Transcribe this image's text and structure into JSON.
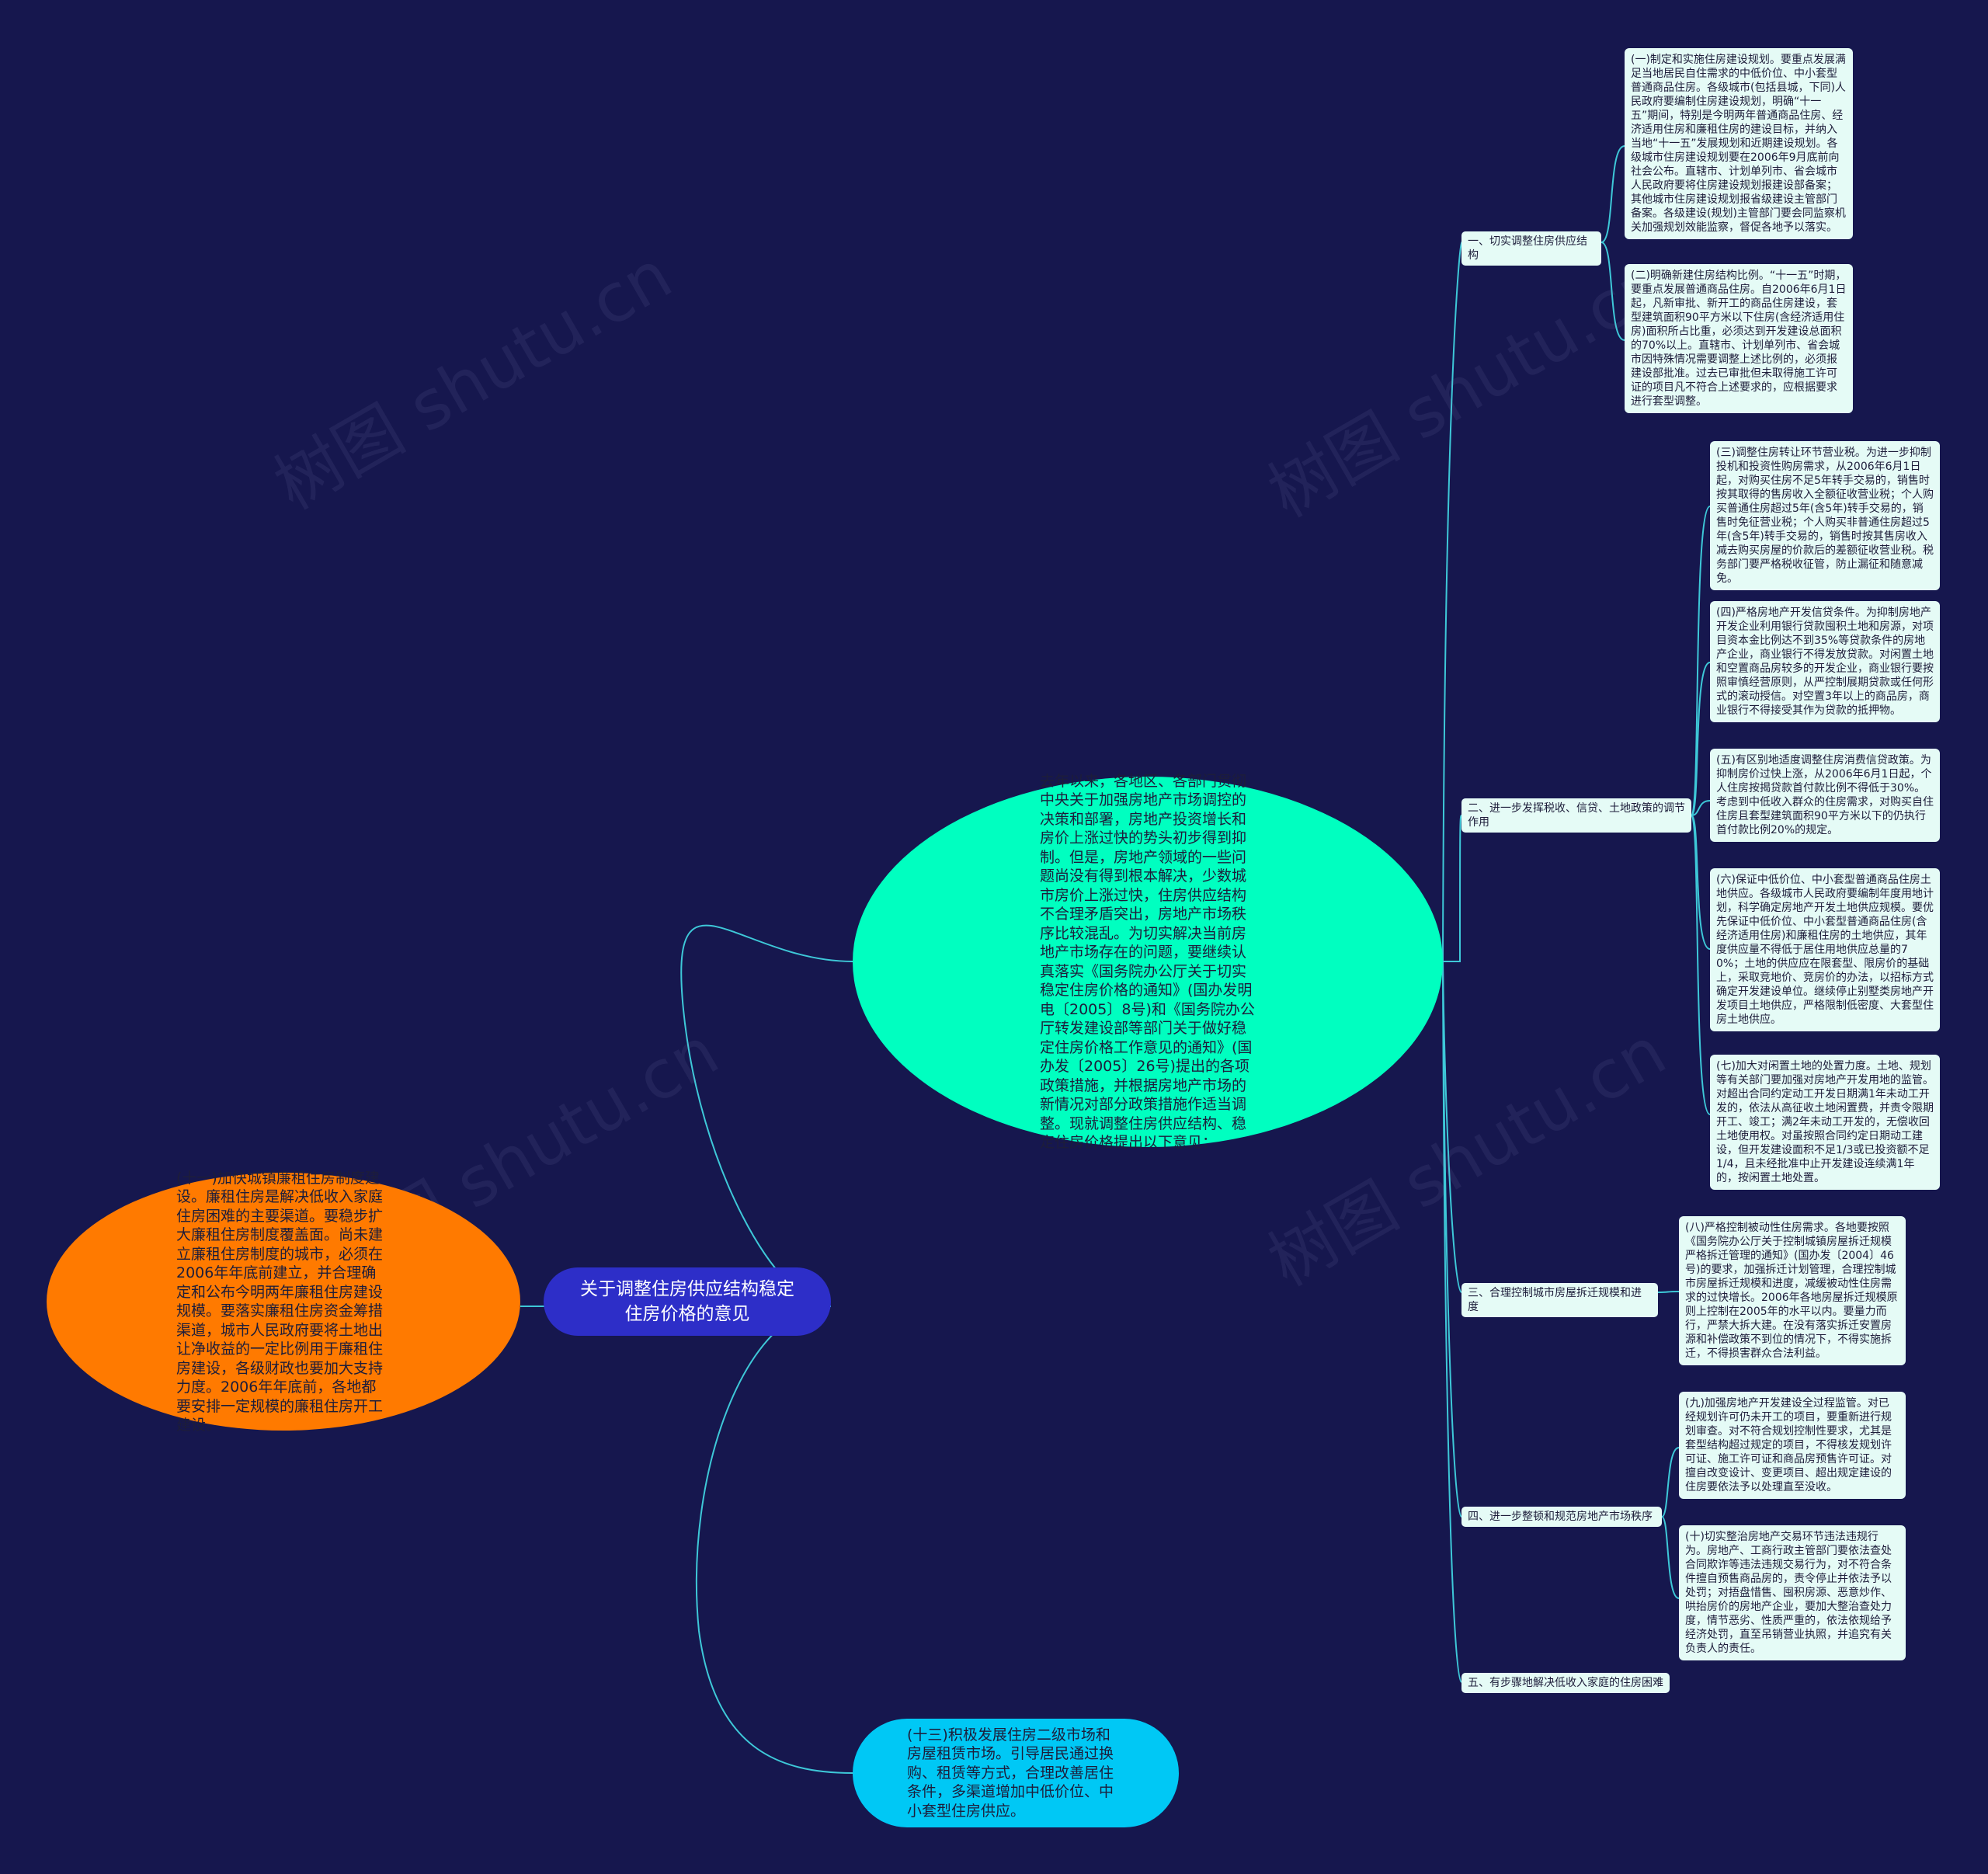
{
  "root": {
    "title": "关于调整住房供应结构稳定住房价格的意见"
  },
  "watermark": "树图 shutu.cn",
  "colors": {
    "background": "#16174e",
    "root": "#2d2ec8",
    "intro_node": "#00ffc0",
    "left_node": "#ff7a00",
    "bottom_node": "#00c8f5",
    "leaf": "#e5fbf6",
    "link": "#3ec8d8"
  },
  "intro": {
    "text": "去年以来，各地区、各部门贯彻中央关于加强房地产市场调控的决策和部署，房地产投资增长和房价上涨过快的势头初步得到抑制。但是，房地产领域的一些问题尚没有得到根本解决，少数城市房价上涨过快，住房供应结构不合理矛盾突出，房地产市场秩序比较混乱。为切实解决当前房地产市场存在的问题，要继续认真落实《国务院办公厅关于切实稳定住房价格的通知》(国办发明电〔2005〕8号)和《国务院办公厅转发建设部等部门关于做好稳定住房价格工作意见的通知》(国办发〔2005〕26号)提出的各项政策措施，并根据房地产市场的新情况对部分政策措施作适当调整。现就调整住房供应结构、稳定住房价格提出以下意见："
  },
  "left": {
    "text": "(十一)加快城镇廉租住房制度建设。廉租住房是解决低收入家庭住房困难的主要渠道。要稳步扩大廉租住房制度覆盖面。尚未建立廉租住房制度的城市，必须在2006年年底前建立，并合理确定和公布今明两年廉租住房建设规模。要落实廉租住房资金筹措渠道，城市人民政府要将土地出让净收益的一定比例用于廉租住房建设，各级财政也要加大支持力度。2006年年底前，各地都要安排一定规模的廉租住房开工建设。"
  },
  "bottom": {
    "text": "(十三)积极发展住房二级市场和房屋租赁市场。引导居民通过换购、租赁等方式，合理改善居住条件，多渠道增加中低价位、中小套型住房供应。"
  },
  "branches": [
    {
      "label": "一、切实调整住房供应结构",
      "leaves": [
        "(一)制定和实施住房建设规划。要重点发展满足当地居民自住需求的中低价位、中小套型普通商品住房。各级城市(包括县城，下同)人民政府要编制住房建设规划，明确“十一五”期间，特别是今明两年普通商品住房、经济适用住房和廉租住房的建设目标，并纳入当地“十一五”发展规划和近期建设规划。各级城市住房建设规划要在2006年9月底前向社会公布。直辖市、计划单列市、省会城市人民政府要将住房建设规划报建设部备案；其他城市住房建设规划报省级建设主管部门备案。各级建设(规划)主管部门要会同监察机关加强规划效能监察，督促各地予以落实。",
        "(二)明确新建住房结构比例。“十一五”时期，要重点发展普通商品住房。自2006年6月1日起，凡新审批、新开工的商品住房建设，套型建筑面积90平方米以下住房(含经济适用住房)面积所占比重，必须达到开发建设总面积的70%以上。直辖市、计划单列市、省会城市因特殊情况需要调整上述比例的，必须报建设部批准。过去已审批但未取得施工许可证的项目凡不符合上述要求的，应根据要求进行套型调整。"
      ]
    },
    {
      "label": "二、进一步发挥税收、信贷、土地政策的调节作用",
      "leaves": [
        "(三)调整住房转让环节营业税。为进一步抑制投机和投资性购房需求，从2006年6月1日起，对购买住房不足5年转手交易的，销售时按其取得的售房收入全额征收营业税；个人购买普通住房超过5年(含5年)转手交易的，销售时免征营业税；个人购买非普通住房超过5年(含5年)转手交易的，销售时按其售房收入减去购买房屋的价款后的差额征收营业税。税务部门要严格税收征管，防止漏征和随意减免。",
        "(四)严格房地产开发信贷条件。为抑制房地产开发企业利用银行贷款囤积土地和房源，对项目资本金比例达不到35%等贷款条件的房地产企业，商业银行不得发放贷款。对闲置土地和空置商品房较多的开发企业，商业银行要按照审慎经营原则，从严控制展期贷款或任何形式的滚动授信。对空置3年以上的商品房，商业银行不得接受其作为贷款的抵押物。",
        "(五)有区别地适度调整住房消费信贷政策。为抑制房价过快上涨，从2006年6月1日起，个人住房按揭贷款首付款比例不得低于30%。考虑到中低收入群众的住房需求，对购买自住住房且套型建筑面积90平方米以下的仍执行首付款比例20%的规定。",
        "(六)保证中低价位、中小套型普通商品住房土地供应。各级城市人民政府要编制年度用地计划，科学确定房地产开发土地供应规模。要优先保证中低价位、中小套型普通商品住房(含经济适用住房)和廉租住房的土地供应，其年度供应量不得低于居住用地供应总量的70%；土地的供应应在限套型、限房价的基础上，采取竞地价、竞房价的办法，以招标方式确定开发建设单位。继续停止别墅类房地产开发项目土地供应，严格限制低密度、大套型住房土地供应。",
        "(七)加大对闲置土地的处置力度。土地、规划等有关部门要加强对房地产开发用地的监管。对超出合同约定动工开发日期满1年未动工开发的，依法从高征收土地闲置费，并责令限期开工、竣工；满2年未动工开发的，无偿收回土地使用权。对虽按照合同约定日期动工建设，但开发建设面积不足1/3或已投资额不足1/4，且未经批准中止开发建设连续满1年的，按闲置土地处置。"
      ]
    },
    {
      "label": "三、合理控制城市房屋拆迁规模和进度",
      "leaves": [
        "(八)严格控制被动性住房需求。各地要按照《国务院办公厅关于控制城镇房屋拆迁规模严格拆迁管理的通知》(国办发〔2004〕46号)的要求，加强拆迁计划管理，合理控制城市房屋拆迁规模和进度，减缓被动性住房需求的过快增长。2006年各地房屋拆迁规模原则上控制在2005年的水平以内。要量力而行，严禁大拆大建。在没有落实拆迁安置房源和补偿政策不到位的情况下，不得实施拆迁，不得损害群众合法利益。"
      ]
    },
    {
      "label": "四、进一步整顿和规范房地产市场秩序",
      "leaves": [
        "(九)加强房地产开发建设全过程监管。对已经规划许可仍未开工的项目，要重新进行规划审查。对不符合规划控制性要求，尤其是套型结构超过规定的项目，不得核发规划许可证、施工许可证和商品房预售许可证。对擅自改变设计、变更项目、超出规定建设的住房要依法予以处理直至没收。",
        "(十)切实整治房地产交易环节违法违规行为。房地产、工商行政主管部门要依法查处合同欺诈等违法违规交易行为，对不符合条件擅自预售商品房的，责令停止并依法予以处罚；对捂盘惜售、囤积房源、恶意炒作、哄抬房价的房地产企业，要加大整治查处力度，情节恶劣、性质严重的，依法依规给予经济处罚，直至吊销营业执照，并追究有关负责人的责任。"
      ]
    },
    {
      "label": "五、有步骤地解决低收入家庭的住房困难",
      "leaves": []
    }
  ]
}
